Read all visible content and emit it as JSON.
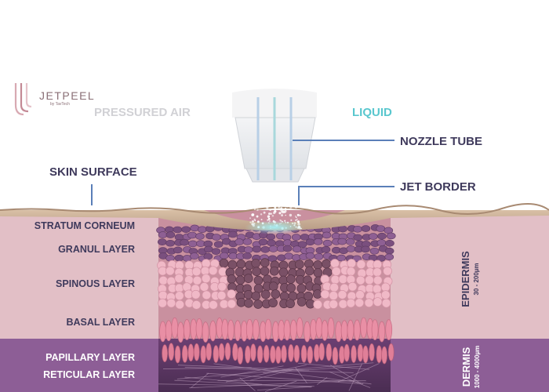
{
  "brand": {
    "name": "JETPEEL",
    "tagline": "by TavTech"
  },
  "labels": {
    "pressured_air": "PRESSURED AIR",
    "liquid": "LIQUID",
    "nozzle_tube": "NOZZLE TUBE",
    "jet_border": "JET BORDER",
    "skin_surface": "SKIN SURFACE"
  },
  "layers": {
    "stratum_corneum": "STRATUM CORNEUM",
    "granul": "GRANUL LAYER",
    "spinous": "SPINOUS LAYER",
    "basal": "BASAL LAYER",
    "papillary": "PAPILLARY LAYER",
    "reticular": "RETICULAR LAYER"
  },
  "zones": {
    "epidermis": {
      "title": "EPIDERMIS",
      "range": "30 - 200µm"
    },
    "dermis": {
      "title": "DERMIS",
      "range": "1000 - 4000µm"
    }
  },
  "colors": {
    "epidermis_band": "#e2bfc6",
    "dermis_band": "#8d5e96",
    "label_dark": "#3f3a5c",
    "liquid_accent": "#59c7ce",
    "air_label": "#d1d1d5",
    "leader_line": "#5a7fb8"
  }
}
